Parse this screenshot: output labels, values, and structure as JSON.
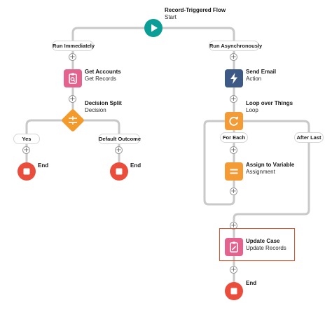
{
  "start": {
    "title": "Record-Triggered Flow",
    "subtitle": "Start"
  },
  "paths": {
    "left": "Run Immediately",
    "right": "Run Asynchronously"
  },
  "nodes": {
    "get_accounts": {
      "title": "Get Accounts",
      "subtitle": "Get Records"
    },
    "decision_split": {
      "title": "Decision Split",
      "subtitle": "Decision"
    },
    "send_email": {
      "title": "Send Email",
      "subtitle": "Action"
    },
    "loop": {
      "title": "Loop over Things",
      "subtitle": "Loop"
    },
    "assign": {
      "title": "Assign to Variable",
      "subtitle": "Assignment"
    },
    "update_case": {
      "title": "Update Case",
      "subtitle": "Update Records"
    }
  },
  "branches": {
    "yes": "Yes",
    "default_outcome": "Default Outcome",
    "for_each": "For Each",
    "after_last": "After Last"
  },
  "end_label": "End",
  "plus_glyph": "+",
  "colors": {
    "start": "#0b9e96",
    "get_records": "#e3638e",
    "action": "#3c5a85",
    "decision": "#f39a2c",
    "loop": "#f59b35",
    "end": "#ea4d3c",
    "connector": "#c9c9c9",
    "highlight": "#e3502b"
  }
}
